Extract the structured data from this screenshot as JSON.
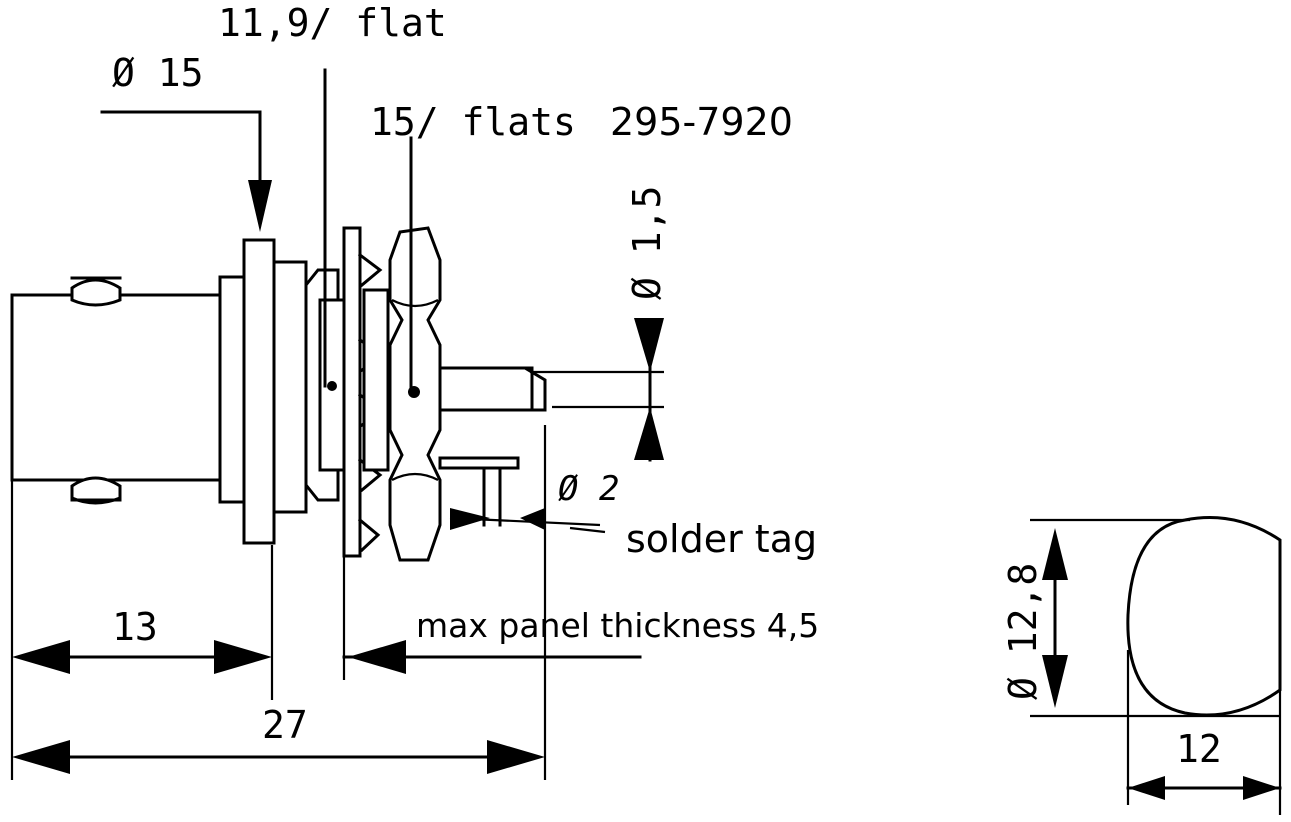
{
  "labels": {
    "hex_flat": "11,9/ flat",
    "flange_dia": "Ø 15",
    "nut_flats": "15/ flats",
    "part_number": "295-7920",
    "pin_dia": "Ø 1,5",
    "tag_hole_dia": "Ø 2",
    "solder_tag": "solder tag",
    "dim_13": "13",
    "max_panel": "max panel thickness 4,5",
    "dim_27": "27",
    "cutout_dia": "Ø 12,8",
    "cutout_width": "12"
  }
}
